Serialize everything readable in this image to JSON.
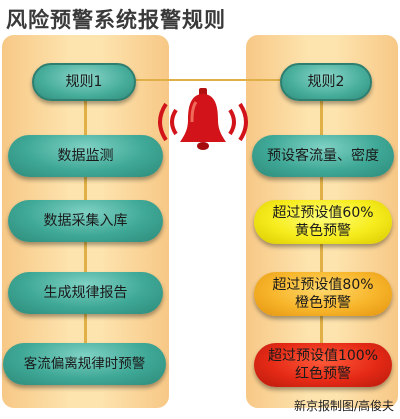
{
  "title": "风险预警系统报警规则",
  "rule1": {
    "header": "规则1",
    "steps": [
      "数据监测",
      "数据采集入库",
      "生成规律报告",
      "客流偏离规律时预警"
    ]
  },
  "rule2": {
    "header": "规则2",
    "preset": "预设客流量、密度",
    "levels": [
      {
        "line1": "超过预设值60%",
        "line2": "黄色预警",
        "color": "#f6ec1c"
      },
      {
        "line1": "超过预设值80%",
        "line2": "橙色预警",
        "color": "#f7b52a"
      },
      {
        "line1": "超过预设值100%",
        "line2": "红色预警",
        "color": "#e52a16"
      }
    ]
  },
  "credit": "新京报制图/高俊夫",
  "icons": {
    "alarm": "bell-icon"
  }
}
